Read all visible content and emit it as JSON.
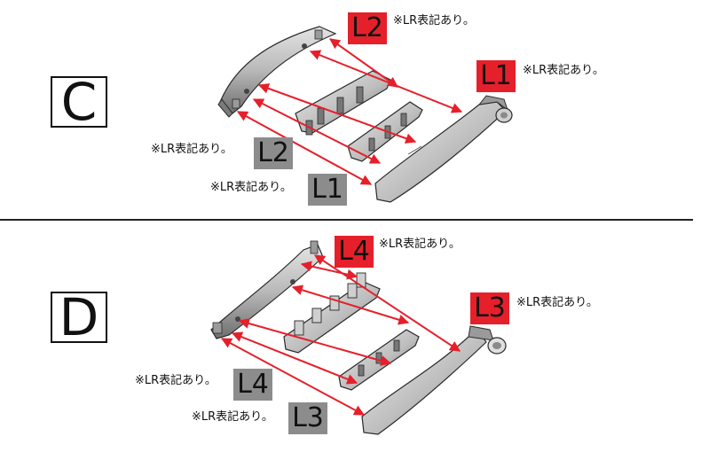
{
  "colors": {
    "accent_red": "#e5202b",
    "tag_gray": "#8c8c8c",
    "arrow": "#e5202b"
  },
  "sections": [
    {
      "step": "C",
      "labels": [
        {
          "tag": "L2",
          "color": "red",
          "note": "※LR表記あり。"
        },
        {
          "tag": "L1",
          "color": "red",
          "note": "※LR表記あり。"
        },
        {
          "tag": "L2",
          "color": "gray",
          "note": "※LR表記あり。"
        },
        {
          "tag": "L1",
          "color": "gray",
          "note": "※LR表記あり。"
        }
      ]
    },
    {
      "step": "D",
      "labels": [
        {
          "tag": "L4",
          "color": "red",
          "note": "※LR表記あり。"
        },
        {
          "tag": "L3",
          "color": "red",
          "note": "※LR表記あり。"
        },
        {
          "tag": "L4",
          "color": "gray",
          "note": "※LR表記あり。"
        },
        {
          "tag": "L3",
          "color": "gray",
          "note": "※LR表記あり。"
        }
      ]
    }
  ]
}
